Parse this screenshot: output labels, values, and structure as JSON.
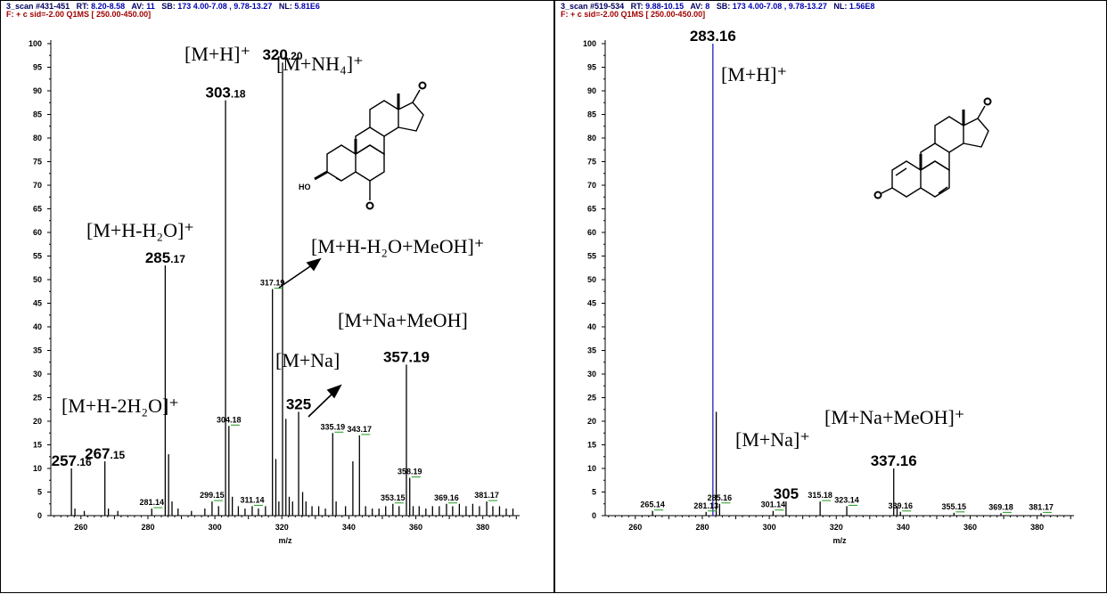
{
  "spectra": [
    {
      "header": {
        "scan_label": "3_scan",
        "scan_value": "#431-451",
        "rt_label": "RT:",
        "rt_value": "8.20-8.58",
        "av_label": "AV:",
        "av_value": "11",
        "sb_label": "SB:",
        "sb_value": "173  4.00-7.08 , 9.78-13.27",
        "nl_label": "NL:",
        "nl_value": "5.81E6",
        "filter": "F: + c sid=-2.00  Q1MS [ 250.00-450.00]"
      },
      "annotations": {
        "mh": "[M+H]⁺",
        "mnh4": "[M+NH₄]⁺",
        "mhh2o": "[M+H-H₂O]⁺",
        "mhh2omeoh": "[M+H-H₂O+MeOH]⁺",
        "mnameoh": "[M+Na+MeOH]",
        "mna": "[M+Na]",
        "mh2h2o": "[M+H-2H₂O]⁺"
      },
      "chart_data": {
        "type": "bar",
        "xlabel": "m/z",
        "ylabel": "",
        "xlim": [
          251,
          391
        ],
        "ylim": [
          0,
          100
        ],
        "xticks": [
          260,
          280,
          300,
          320,
          340,
          360,
          380
        ],
        "yticks": [
          0,
          5,
          10,
          15,
          20,
          25,
          30,
          35,
          40,
          45,
          50,
          55,
          60,
          65,
          70,
          75,
          80,
          85,
          90,
          95,
          100
        ],
        "peaks": [
          {
            "x": 257.16,
            "y": 10
          },
          {
            "x": 258.2,
            "y": 1.5
          },
          {
            "x": 261.0,
            "y": 1
          },
          {
            "x": 267.15,
            "y": 11.5
          },
          {
            "x": 268.2,
            "y": 1.5
          },
          {
            "x": 271.0,
            "y": 1
          },
          {
            "x": 281.14,
            "y": 1.5
          },
          {
            "x": 285.17,
            "y": 53
          },
          {
            "x": 286.18,
            "y": 13
          },
          {
            "x": 287.2,
            "y": 3
          },
          {
            "x": 289.0,
            "y": 1.5
          },
          {
            "x": 293.0,
            "y": 1
          },
          {
            "x": 297.0,
            "y": 1.5
          },
          {
            "x": 299.15,
            "y": 3
          },
          {
            "x": 301.1,
            "y": 2
          },
          {
            "x": 303.18,
            "y": 88
          },
          {
            "x": 304.18,
            "y": 19
          },
          {
            "x": 305.2,
            "y": 4
          },
          {
            "x": 307.0,
            "y": 2
          },
          {
            "x": 309.0,
            "y": 1.5
          },
          {
            "x": 311.14,
            "y": 2
          },
          {
            "x": 313.0,
            "y": 1.5
          },
          {
            "x": 315.1,
            "y": 2
          },
          {
            "x": 317.19,
            "y": 48
          },
          {
            "x": 318.2,
            "y": 12
          },
          {
            "x": 319.1,
            "y": 3
          },
          {
            "x": 320.2,
            "y": 96
          },
          {
            "x": 321.2,
            "y": 20.5
          },
          {
            "x": 322.2,
            "y": 4
          },
          {
            "x": 323.2,
            "y": 3
          },
          {
            "x": 325.0,
            "y": 22
          },
          {
            "x": 326.2,
            "y": 5
          },
          {
            "x": 327.2,
            "y": 3
          },
          {
            "x": 329.0,
            "y": 2
          },
          {
            "x": 331.0,
            "y": 2
          },
          {
            "x": 333.0,
            "y": 1.5
          },
          {
            "x": 335.19,
            "y": 17.5
          },
          {
            "x": 336.2,
            "y": 3
          },
          {
            "x": 339.0,
            "y": 2
          },
          {
            "x": 341.2,
            "y": 11.5
          },
          {
            "x": 343.17,
            "y": 17
          },
          {
            "x": 345.0,
            "y": 2
          },
          {
            "x": 347.0,
            "y": 1.5
          },
          {
            "x": 349.0,
            "y": 1.5
          },
          {
            "x": 351.0,
            "y": 2
          },
          {
            "x": 353.15,
            "y": 2.5
          },
          {
            "x": 355.0,
            "y": 2
          },
          {
            "x": 357.19,
            "y": 32
          },
          {
            "x": 358.19,
            "y": 8
          },
          {
            "x": 359.2,
            "y": 2
          },
          {
            "x": 361.0,
            "y": 2
          },
          {
            "x": 363.0,
            "y": 1.5
          },
          {
            "x": 365.0,
            "y": 2
          },
          {
            "x": 367.0,
            "y": 2
          },
          {
            "x": 369.16,
            "y": 2.5
          },
          {
            "x": 371.0,
            "y": 2
          },
          {
            "x": 373.0,
            "y": 2.5
          },
          {
            "x": 375.0,
            "y": 2
          },
          {
            "x": 377.0,
            "y": 2.5
          },
          {
            "x": 379.0,
            "y": 2
          },
          {
            "x": 381.17,
            "y": 3
          },
          {
            "x": 383.0,
            "y": 2
          },
          {
            "x": 385.0,
            "y": 2
          },
          {
            "x": 387.0,
            "y": 1.5
          },
          {
            "x": 389.0,
            "y": 1.5
          }
        ],
        "peak_labels": [
          {
            "text": "257.16",
            "big": "257",
            "small": ".16",
            "x": 257.16,
            "y": 10,
            "size": "large"
          },
          {
            "text": "267.15",
            "big": "267",
            "small": ".15",
            "x": 267.15,
            "y": 11.5,
            "size": "large"
          },
          {
            "text": "281.14",
            "x": 281.14,
            "y": 1.5,
            "size": "small"
          },
          {
            "text": "285.17",
            "big": "285",
            "small": ".17",
            "x": 285.17,
            "y": 53,
            "size": "large"
          },
          {
            "text": "299.15",
            "x": 299.15,
            "y": 3,
            "size": "small"
          },
          {
            "text": "303.18",
            "big": "303",
            "small": ".18",
            "x": 303.18,
            "y": 88,
            "size": "large"
          },
          {
            "text": "304.18",
            "x": 304.18,
            "y": 19,
            "size": "small"
          },
          {
            "text": "311.14",
            "x": 311.14,
            "y": 2,
            "size": "small"
          },
          {
            "text": "317.19",
            "x": 317.19,
            "y": 48,
            "size": "small"
          },
          {
            "text": "320.20",
            "big": "320",
            "small": ".20",
            "x": 320.2,
            "y": 96,
            "size": "large"
          },
          {
            "text": "325",
            "big": "325",
            "small": "",
            "x": 325.0,
            "y": 22,
            "size": "large"
          },
          {
            "text": "335.19",
            "x": 335.19,
            "y": 17.5,
            "size": "small"
          },
          {
            "text": "343.17",
            "x": 343.17,
            "y": 17,
            "size": "small"
          },
          {
            "text": "353.15",
            "x": 353.15,
            "y": 2.5,
            "size": "small"
          },
          {
            "text": "357.19",
            "big": "357.19",
            "small": "",
            "x": 357.19,
            "y": 32,
            "size": "large"
          },
          {
            "text": "358.19",
            "x": 358.19,
            "y": 8,
            "size": "small"
          },
          {
            "text": "369.16",
            "x": 369.16,
            "y": 2.5,
            "size": "small"
          },
          {
            "text": "381.17",
            "x": 381.17,
            "y": 3,
            "size": "small"
          }
        ]
      }
    },
    {
      "header": {
        "scan_label": "3_scan",
        "scan_value": "#519-534",
        "rt_label": "RT:",
        "rt_value": "9.88-10.15",
        "av_label": "AV:",
        "av_value": "8",
        "sb_label": "SB:",
        "sb_value": "173  4.00-7.08 , 9.78-13.27",
        "nl_label": "NL:",
        "nl_value": "1.56E8",
        "filter": "F: + c sid=-2.00  Q1MS [ 250.00-450.00]"
      },
      "annotations": {
        "mh": "[M+H]⁺",
        "mnameoh": "[M+Na+MeOH]⁺",
        "mna": "[M+Na]⁺"
      },
      "chart_data": {
        "type": "bar",
        "xlabel": "m/z",
        "ylabel": "",
        "xlim": [
          251,
          391
        ],
        "ylim": [
          0,
          100
        ],
        "xticks": [
          260,
          280,
          300,
          320,
          340,
          360,
          380
        ],
        "yticks": [
          0,
          5,
          10,
          15,
          20,
          25,
          30,
          35,
          40,
          45,
          50,
          55,
          60,
          65,
          70,
          75,
          80,
          85,
          90,
          95,
          100
        ],
        "peaks": [
          {
            "x": 265.14,
            "y": 1
          },
          {
            "x": 281.13,
            "y": 0.8
          },
          {
            "x": 283.16,
            "y": 100
          },
          {
            "x": 284.16,
            "y": 22
          },
          {
            "x": 285.16,
            "y": 2.5
          },
          {
            "x": 301.14,
            "y": 1
          },
          {
            "x": 305.0,
            "y": 3
          },
          {
            "x": 315.18,
            "y": 3
          },
          {
            "x": 323.14,
            "y": 2
          },
          {
            "x": 337.16,
            "y": 10
          },
          {
            "x": 338.16,
            "y": 2
          },
          {
            "x": 339.16,
            "y": 0.8
          },
          {
            "x": 355.15,
            "y": 0.6
          },
          {
            "x": 369.18,
            "y": 0.5
          },
          {
            "x": 381.17,
            "y": 0.5
          }
        ],
        "peak_labels": [
          {
            "text": "265.14",
            "x": 265.14,
            "y": 1,
            "size": "small"
          },
          {
            "text": "281.13",
            "x": 281.13,
            "y": 0.8,
            "size": "small"
          },
          {
            "text": "283.16",
            "big": "283.16",
            "small": "",
            "x": 283.16,
            "y": 100,
            "size": "large"
          },
          {
            "text": "285.16",
            "x": 285.16,
            "y": 2.5,
            "size": "small"
          },
          {
            "text": "301.14",
            "x": 301.14,
            "y": 1,
            "size": "small"
          },
          {
            "text": "305",
            "big": "305",
            "small": "",
            "x": 305.0,
            "y": 3,
            "size": "large"
          },
          {
            "text": "315.18",
            "x": 315.18,
            "y": 3,
            "size": "small"
          },
          {
            "text": "323.14",
            "x": 323.14,
            "y": 2,
            "size": "small"
          },
          {
            "text": "337.16",
            "big": "337.16",
            "small": "",
            "x": 337.16,
            "y": 10,
            "size": "large"
          },
          {
            "text": "339.16",
            "x": 339.16,
            "y": 0.8,
            "size": "small"
          },
          {
            "text": "355.15",
            "x": 355.15,
            "y": 0.6,
            "size": "small"
          },
          {
            "text": "369.18",
            "x": 369.18,
            "y": 0.5,
            "size": "small"
          },
          {
            "text": "381.17",
            "x": 381.17,
            "y": 0.5,
            "size": "small"
          }
        ]
      }
    }
  ]
}
